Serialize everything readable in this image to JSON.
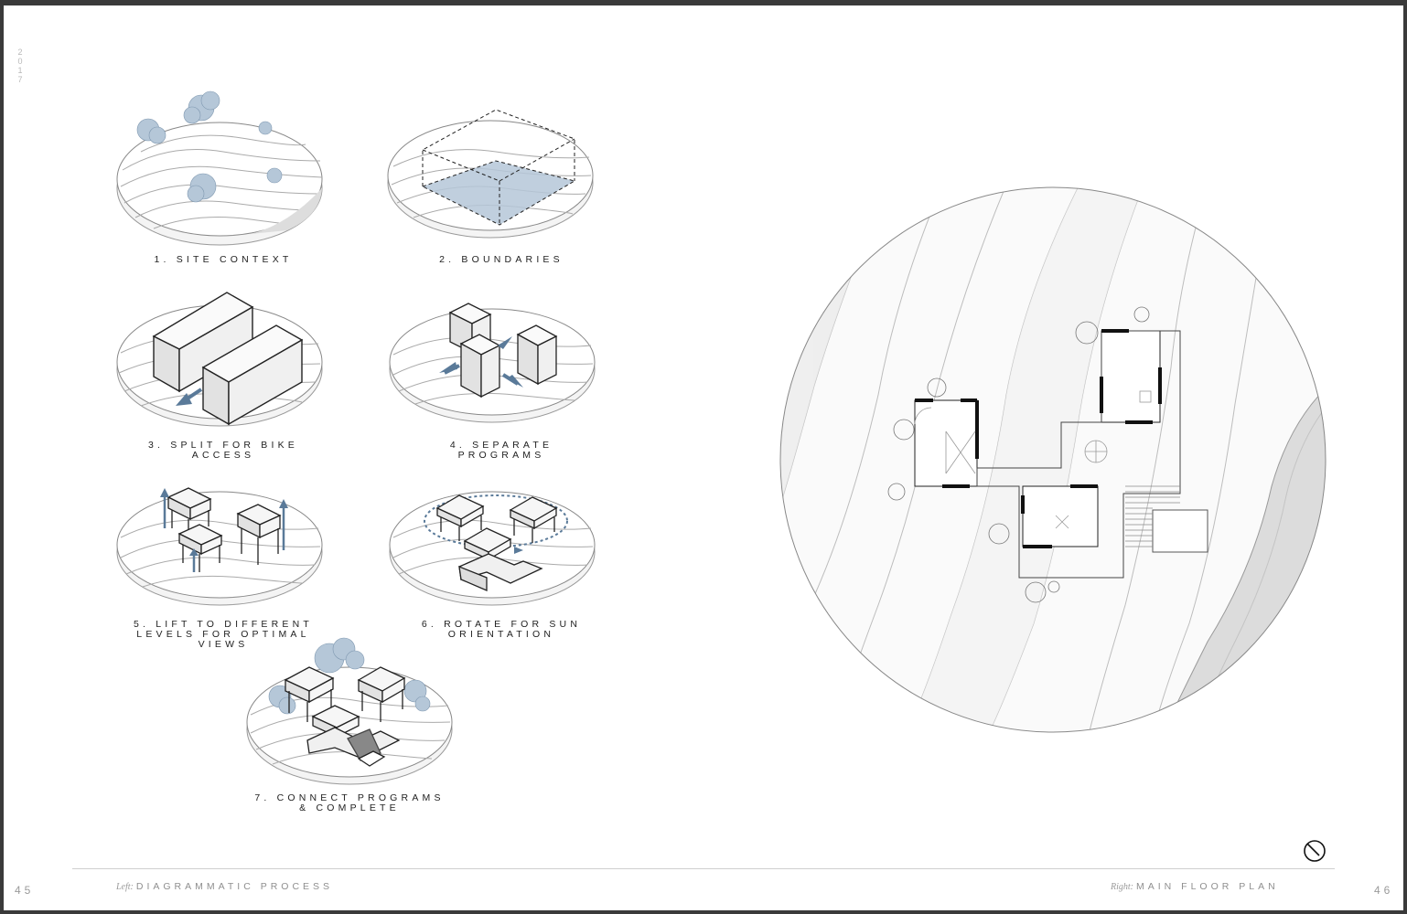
{
  "year": "2017",
  "diagrams": [
    {
      "caption": "1. SITE CONTEXT"
    },
    {
      "caption": "2. BOUNDARIES"
    },
    {
      "caption": "3. SPLIT FOR BIKE ACCESS"
    },
    {
      "caption": "4. SEPARATE PROGRAMS"
    },
    {
      "caption": "5. LIFT TO DIFFERENT LEVELS FOR OPTIMAL VIEWS"
    },
    {
      "caption": "6. ROTATE FOR SUN ORIENTATION"
    },
    {
      "caption": "7. CONNECT PROGRAMS & COMPLETE"
    }
  ],
  "footer": {
    "left_page": "45",
    "right_page": "46",
    "left_prefix": "Left:",
    "left_title": "DIAGRAMMATIC PROCESS",
    "right_prefix": "Right:",
    "right_title": "MAIN FLOOR PLAN"
  },
  "colors": {
    "accent": "#5a7a99",
    "highlight": "#b5c7d8",
    "line": "#555555"
  },
  "icons": [
    "north-arrow-icon",
    "tree-icon",
    "arrow-icon"
  ]
}
